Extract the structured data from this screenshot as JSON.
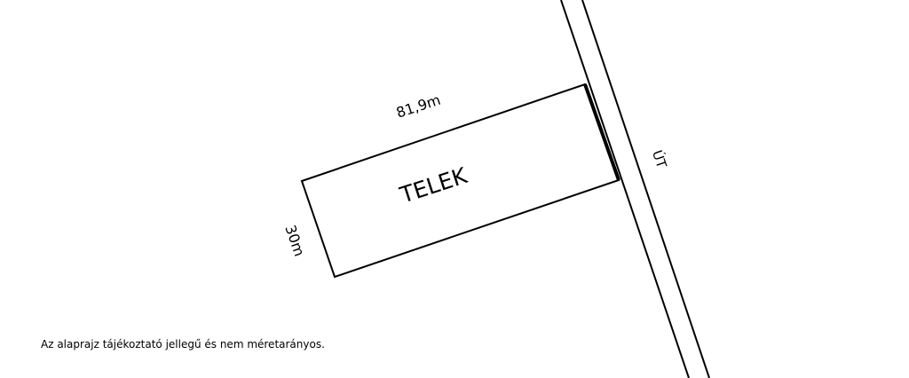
{
  "plot": {
    "name": "TELEK",
    "length_label": "81,9m",
    "width_label": "30m"
  },
  "road": {
    "label": "ÚT"
  },
  "disclaimer": "Az alaprajz tájékoztató jellegű és nem méretarányos.",
  "colors": {
    "line": "#000000",
    "background": "#ffffff"
  }
}
